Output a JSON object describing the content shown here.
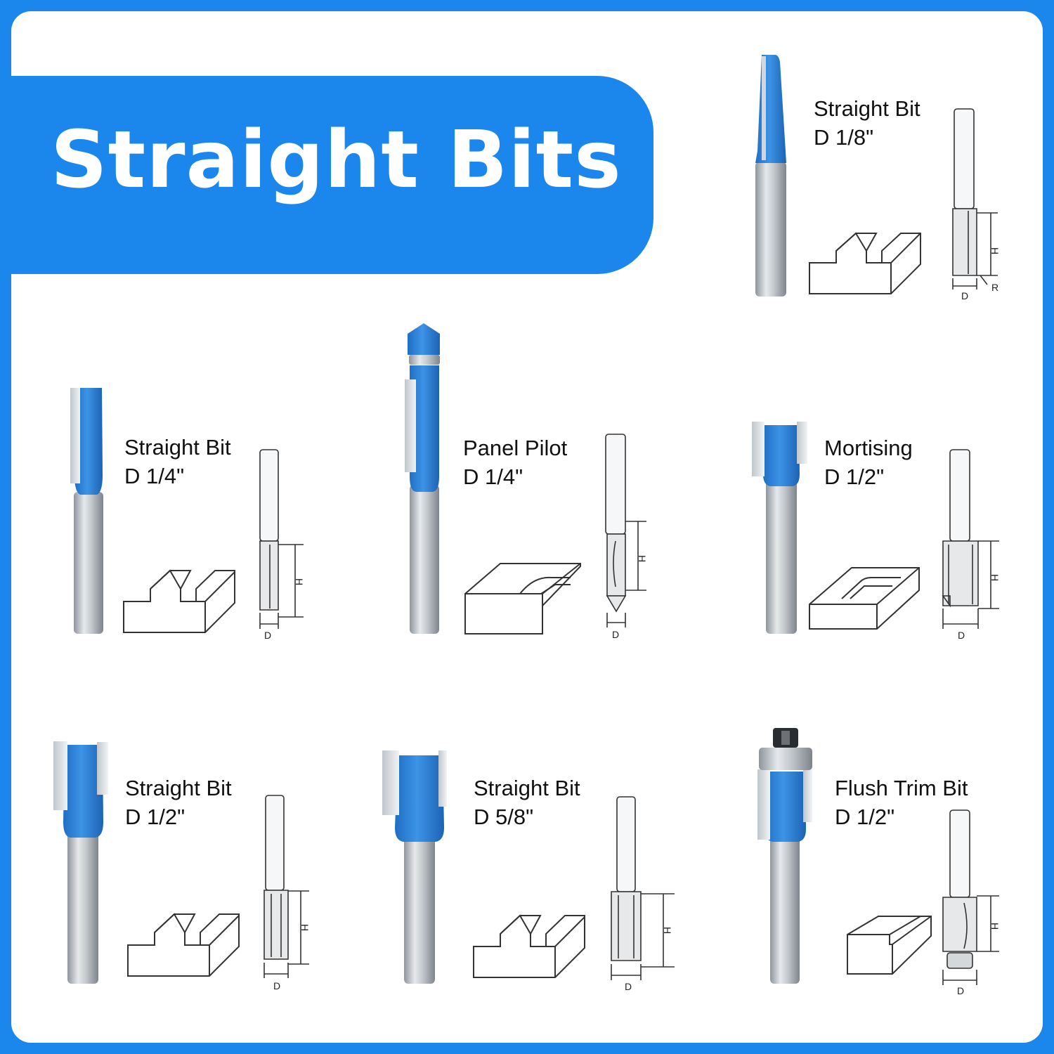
{
  "banner": {
    "title": "Straight Bits"
  },
  "accent_color": "#1b86ec",
  "bit_color": "#2a7fd4",
  "dimension_letters": {
    "height": "H",
    "diameter": "D",
    "radius": "R"
  },
  "bits": [
    {
      "name": "Straight Bit",
      "size": "D 1/8\""
    },
    {
      "name": "Straight Bit",
      "size": "D 1/4\""
    },
    {
      "name": "Panel Pilot",
      "size": "D 1/4\""
    },
    {
      "name": "Mortising",
      "size": "D 1/2\""
    },
    {
      "name": "Straight Bit",
      "size": "D 1/2\""
    },
    {
      "name": "Straight Bit",
      "size": "D 5/8\""
    },
    {
      "name": "Flush Trim Bit",
      "size": "D 1/2\""
    }
  ]
}
